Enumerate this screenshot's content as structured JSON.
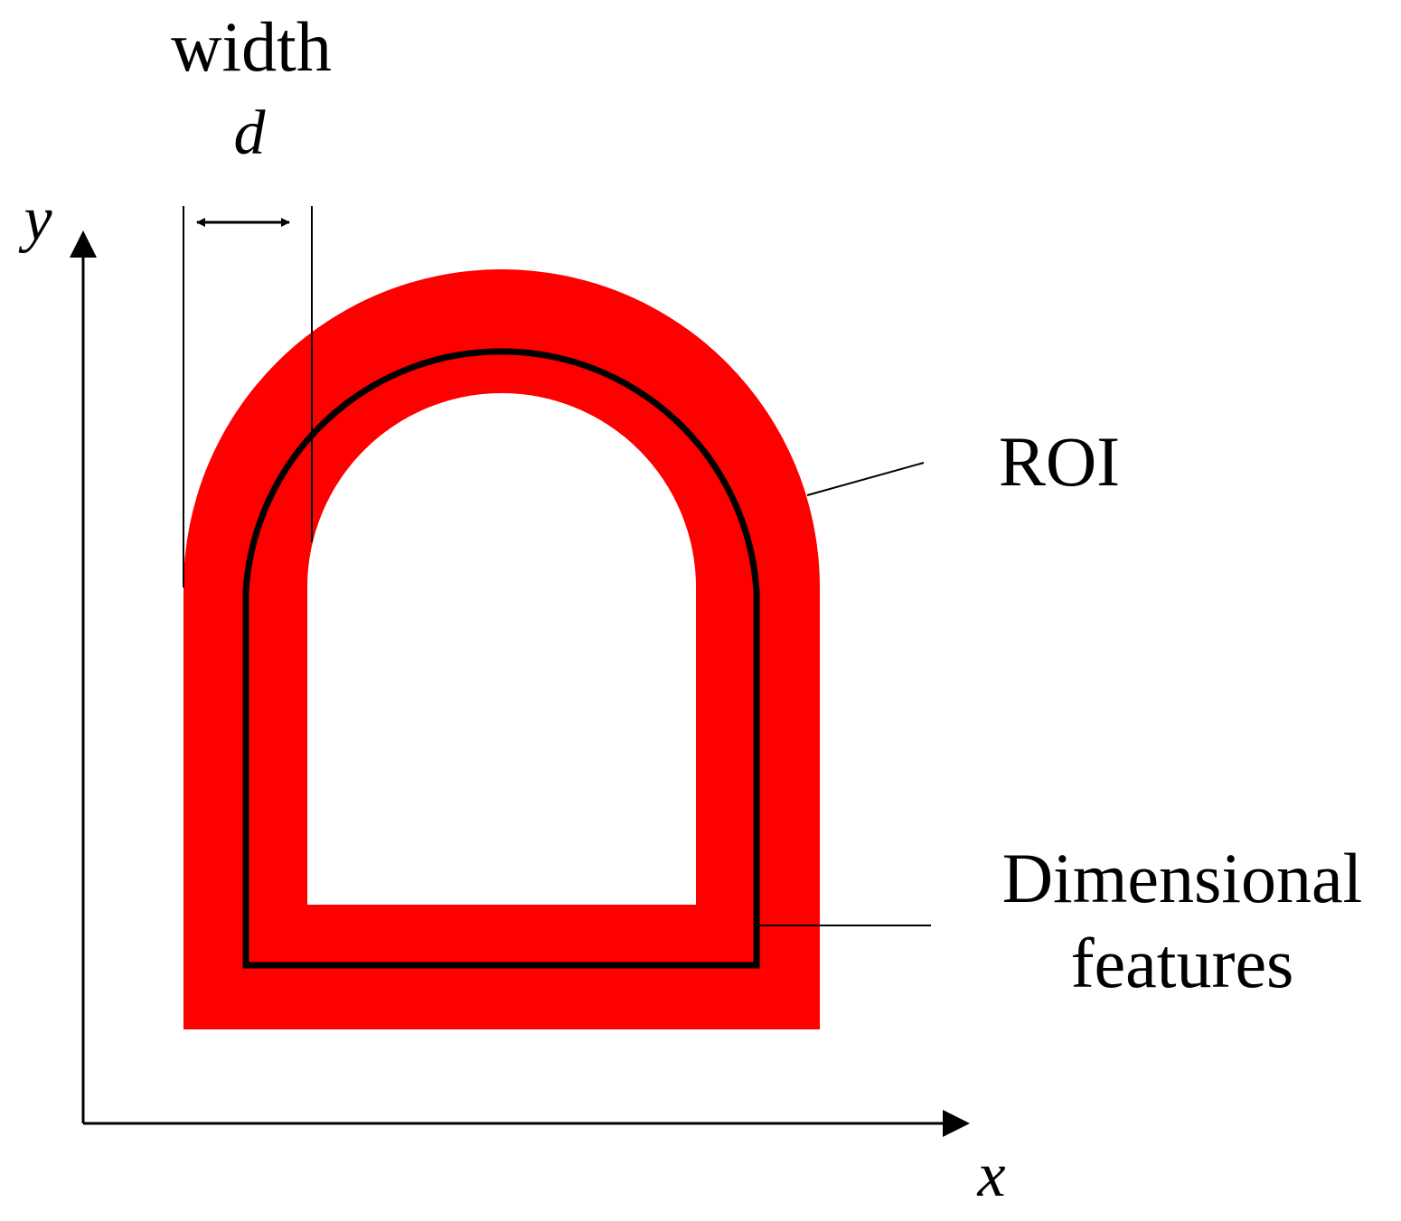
{
  "labels": {
    "width_word": "width",
    "width_symbol": "d",
    "y_axis": "y",
    "x_axis": "x",
    "roi": "ROI",
    "features_line1": "Dimensional",
    "features_line2": "features"
  },
  "colors": {
    "roi_band": "#ff0000",
    "feature_outline": "#000000",
    "axes": "#000000",
    "background": "#ffffff"
  }
}
